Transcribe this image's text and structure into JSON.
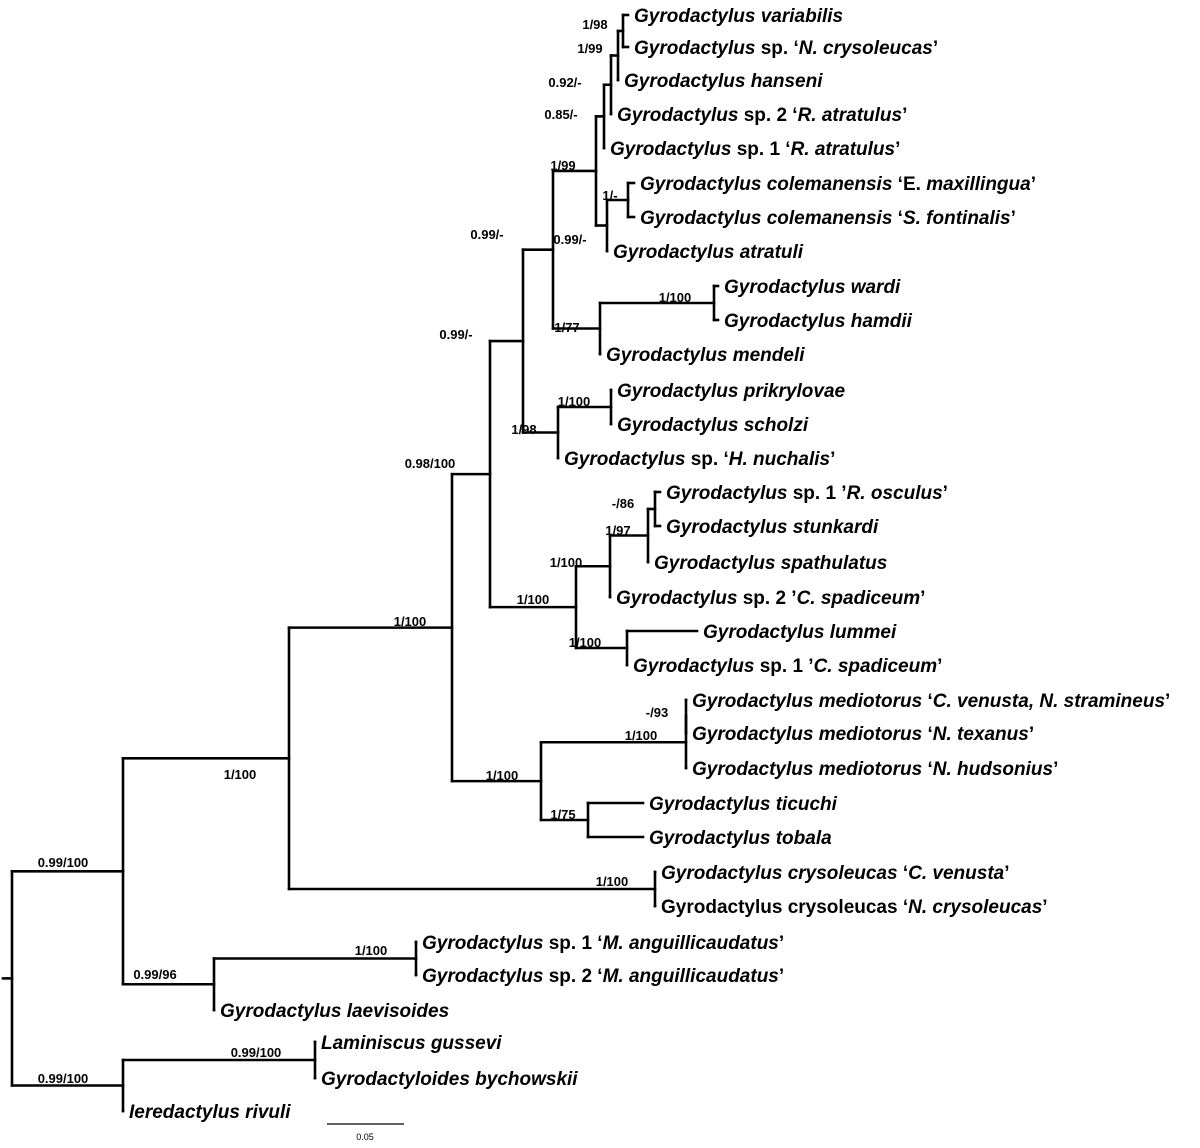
{
  "colors": {
    "default": "#000000",
    "green": "#1a9e3a",
    "red": "#e8141b"
  },
  "scale_bar": {
    "label": "0.05",
    "length": 0.05
  },
  "taxa": [
    {
      "id": "t1",
      "parts": [
        [
          "Gyrodactylus variabilis",
          true
        ]
      ]
    },
    {
      "id": "t2",
      "parts": [
        [
          "Gyrodactylus",
          true
        ],
        [
          " sp. ‘",
          false
        ],
        [
          "N. crysoleucas",
          true
        ],
        [
          "’",
          false
        ]
      ]
    },
    {
      "id": "t3",
      "parts": [
        [
          "Gyrodactylus hanseni",
          true
        ]
      ]
    },
    {
      "id": "t4",
      "parts": [
        [
          "Gyrodactylus",
          true
        ],
        [
          " sp. 2 ‘",
          false
        ],
        [
          "R. atratulus",
          true
        ],
        [
          "’",
          false
        ]
      ]
    },
    {
      "id": "t5",
      "parts": [
        [
          "Gyrodactylus",
          true
        ],
        [
          " sp. 1 ‘",
          false
        ],
        [
          "R. atratulus",
          true
        ],
        [
          "’",
          false
        ]
      ]
    },
    {
      "id": "t6",
      "parts": [
        [
          "Gyrodactylus colemanensis",
          true
        ],
        [
          " ‘E. ",
          false
        ],
        [
          "maxillingua",
          true
        ],
        [
          "’",
          false
        ]
      ]
    },
    {
      "id": "t7",
      "parts": [
        [
          "Gyrodactylus colemanensis",
          true
        ],
        [
          " ‘",
          false
        ],
        [
          "S. fontinalis",
          true
        ],
        [
          "’",
          false
        ]
      ]
    },
    {
      "id": "t8",
      "parts": [
        [
          "Gyrodactylus atratuli",
          true
        ]
      ]
    },
    {
      "id": "t9",
      "parts": [
        [
          "Gyrodactylus wardi",
          true
        ]
      ]
    },
    {
      "id": "t10",
      "parts": [
        [
          "Gyrodactylus hamdii",
          true
        ]
      ]
    },
    {
      "id": "t11",
      "parts": [
        [
          "Gyrodactylus mendeli",
          true
        ]
      ]
    },
    {
      "id": "t12",
      "parts": [
        [
          "Gyrodactylus prikrylovae",
          true
        ]
      ]
    },
    {
      "id": "t13",
      "parts": [
        [
          "Gyrodactylus scholzi",
          true
        ]
      ]
    },
    {
      "id": "t14",
      "parts": [
        [
          "Gyrodactylus",
          true
        ],
        [
          " sp. ‘",
          false
        ],
        [
          "H. nuchalis",
          true
        ],
        [
          "’",
          false
        ]
      ]
    },
    {
      "id": "t15",
      "parts": [
        [
          "Gyrodactylus",
          true
        ],
        [
          " sp. 1 ’",
          false
        ],
        [
          "R. osculus",
          true
        ],
        [
          "’",
          false
        ]
      ]
    },
    {
      "id": "t16",
      "parts": [
        [
          "Gyrodactylus stunkardi",
          true
        ]
      ]
    },
    {
      "id": "t17",
      "parts": [
        [
          "Gyrodactylus spathulatus",
          true
        ]
      ]
    },
    {
      "id": "t18",
      "parts": [
        [
          "Gyrodactylus",
          true
        ],
        [
          " sp. 2 ’",
          false
        ],
        [
          "C. spadiceum",
          true
        ],
        [
          "’",
          false
        ]
      ]
    },
    {
      "id": "t19",
      "parts": [
        [
          "Gyrodactylus lummei",
          true
        ]
      ]
    },
    {
      "id": "t20",
      "parts": [
        [
          "Gyrodactylus",
          true
        ],
        [
          " sp. 1 ’",
          false
        ],
        [
          "C. spadiceum",
          true
        ],
        [
          "’",
          false
        ]
      ]
    },
    {
      "id": "t21",
      "color": "#1a9e3a",
      "parts": [
        [
          "Gyrodactylus mediotorus",
          true
        ],
        [
          " ‘",
          false
        ],
        [
          "C. venusta, N. stramineus",
          true
        ],
        [
          "’",
          false
        ]
      ]
    },
    {
      "id": "t22",
      "parts": [
        [
          "Gyrodactylus mediotorus",
          true
        ],
        [
          " ‘",
          false
        ],
        [
          "N. texanus",
          true
        ],
        [
          "’",
          false
        ]
      ]
    },
    {
      "id": "t23",
      "parts": [
        [
          "Gyrodactylus mediotorus",
          true
        ],
        [
          " ‘",
          false
        ],
        [
          "N. hudsonius",
          true
        ],
        [
          "’",
          false
        ]
      ]
    },
    {
      "id": "t24",
      "parts": [
        [
          "Gyrodactylus ticuchi",
          true
        ]
      ]
    },
    {
      "id": "t25",
      "parts": [
        [
          "Gyrodactylus tobala",
          true
        ]
      ]
    },
    {
      "id": "t26",
      "color": "#e8141b",
      "parts": [
        [
          "Gyrodactylus crysoleucas",
          true
        ],
        [
          " ‘",
          false
        ],
        [
          "C. venusta",
          true
        ],
        [
          "’",
          false
        ]
      ]
    },
    {
      "id": "t27",
      "parts": [
        [
          "Gyrodactylus crysoleucas",
          false
        ],
        [
          " ‘",
          false
        ],
        [
          "N. crysoleucas",
          true
        ],
        [
          "’",
          false
        ]
      ]
    },
    {
      "id": "t28",
      "parts": [
        [
          "Gyrodactylus",
          true
        ],
        [
          " sp. 1 ‘",
          false
        ],
        [
          "M. anguillicaudatus",
          true
        ],
        [
          "’",
          false
        ]
      ]
    },
    {
      "id": "t29",
      "parts": [
        [
          "Gyrodactylus",
          true
        ],
        [
          " sp. 2 ‘",
          false
        ],
        [
          "M. anguillicaudatus",
          true
        ],
        [
          "’",
          false
        ]
      ]
    },
    {
      "id": "t30",
      "parts": [
        [
          "Gyrodactylus laevisoides",
          true
        ]
      ]
    },
    {
      "id": "t31",
      "parts": [
        [
          "Laminiscus gussevi",
          true
        ]
      ]
    },
    {
      "id": "t32",
      "parts": [
        [
          "Gyrodactyloides bychowskii",
          true
        ]
      ]
    },
    {
      "id": "t33",
      "parts": [
        [
          "Ieredactylus rivuli",
          true
        ]
      ]
    }
  ],
  "support": [
    {
      "node": "variabilis-sp",
      "label": "1/98"
    },
    {
      "node": "clade-v3",
      "label": "1/99"
    },
    {
      "node": "clade-v4",
      "label": "0.92/-"
    },
    {
      "node": "clade-v5",
      "label": "0.85/-"
    },
    {
      "node": "colemanensis",
      "label": "1/-"
    },
    {
      "node": "colemanensis-atratuli",
      "label": "0.99/-"
    },
    {
      "node": "upper-8",
      "label": "1/99"
    },
    {
      "node": "wardi-hamdii",
      "label": "1/100"
    },
    {
      "node": "wardi-mendeli",
      "label": "1/77"
    },
    {
      "node": "upper-11",
      "label": "0.99/-"
    },
    {
      "node": "prikrylovae-scholzi",
      "label": "1/100"
    },
    {
      "node": "prikrylovae-nuchalis",
      "label": "1/98"
    },
    {
      "node": "upper-14",
      "label": "0.99/-"
    },
    {
      "node": "osculus-stunkardi",
      "label": "-/86"
    },
    {
      "node": "osculus-spathulatus",
      "label": "1/97"
    },
    {
      "node": "osculus-spadiceum2",
      "label": "1/100"
    },
    {
      "node": "lummei-spadiceum1",
      "label": "1/100"
    },
    {
      "node": "osculus-group",
      "label": "1/100"
    },
    {
      "node": "main-20",
      "label": "0.98/100"
    },
    {
      "node": "mediotorus-cv-texanus",
      "label": "-/93"
    },
    {
      "node": "mediotorus",
      "label": "1/100"
    },
    {
      "node": "ticuchi-tobala",
      "label": "1/75"
    },
    {
      "node": "mediotorus-tobala",
      "label": "1/100"
    },
    {
      "node": "main-25",
      "label": "1/100"
    },
    {
      "node": "crysoleucas",
      "label": "1/100"
    },
    {
      "node": "main-27",
      "label": "1/100"
    },
    {
      "node": "anguillicaudatus",
      "label": "1/100"
    },
    {
      "node": "anguillicaudatus-laevisoides",
      "label": "0.99/96"
    },
    {
      "node": "gyrodactylus",
      "label": "0.99/100"
    },
    {
      "node": "laminiscus-gyrodactyloides",
      "label": "0.99/100"
    },
    {
      "node": "outgroup",
      "label": "0.99/100"
    }
  ]
}
